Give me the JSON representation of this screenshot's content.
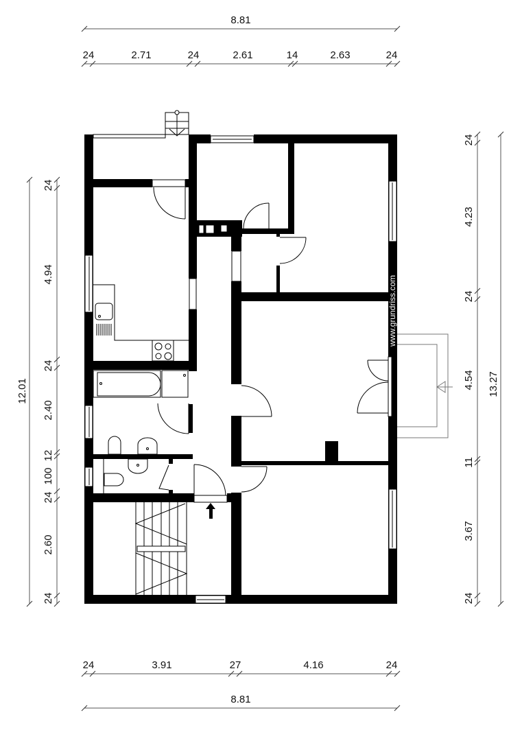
{
  "drawing": {
    "type": "floor-plan",
    "watermark": "www.grundriss.com",
    "colors": {
      "wall": "#000000",
      "background": "#ffffff",
      "dimension_line": "#555555"
    }
  },
  "dimensions": {
    "top": {
      "total": "8.81",
      "segments": [
        "24",
        "2.71",
        "24",
        "2.61",
        "14",
        "2.63",
        "24"
      ]
    },
    "bottom": {
      "segments": [
        "24",
        "3.91",
        "27",
        "4.16",
        "24"
      ],
      "total": "8.81"
    },
    "left": {
      "total": "12.01",
      "segments": [
        "24",
        "4.94",
        "24",
        "2.40",
        "12",
        "100",
        "24",
        "2.60",
        "24"
      ]
    },
    "right": {
      "segments": [
        "24",
        "4.23",
        "24",
        "4.54",
        "11",
        "3.67",
        "24"
      ],
      "total": "13.27"
    }
  },
  "rooms": [
    {
      "id": "storage-north",
      "label": ""
    },
    {
      "id": "kitchen",
      "label": ""
    },
    {
      "id": "bathroom",
      "label": ""
    },
    {
      "id": "wc",
      "label": ""
    },
    {
      "id": "stairwell",
      "label": ""
    },
    {
      "id": "hallway",
      "label": ""
    },
    {
      "id": "small-room",
      "label": ""
    },
    {
      "id": "bedroom-ne",
      "label": ""
    },
    {
      "id": "living-room",
      "label": ""
    },
    {
      "id": "bedroom-se",
      "label": ""
    },
    {
      "id": "balcony",
      "label": ""
    }
  ],
  "symbols": [
    "entry-arrow",
    "stair-arrow",
    "balcony-arrow",
    "chimney",
    "bathtub",
    "toilet",
    "washbasin",
    "kitchen-sink",
    "stove"
  ]
}
